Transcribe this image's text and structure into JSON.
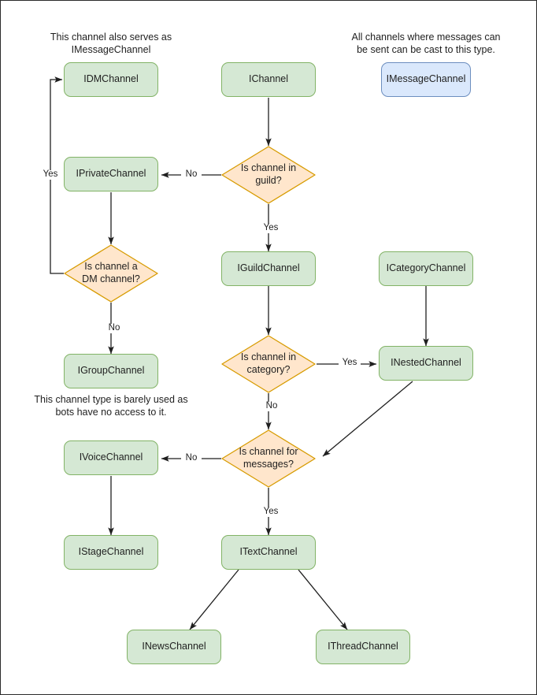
{
  "diagram": {
    "title": "Discord channel interface hierarchy flowchart",
    "colors": {
      "node_green_fill": "#d5e8d4",
      "node_green_stroke": "#82b366",
      "node_blue_fill": "#dae8fc",
      "node_blue_stroke": "#6c8ebf",
      "decision_fill": "#ffe6cc",
      "decision_stroke": "#d79b00",
      "edge_stroke": "#1f1f1f",
      "text": "#1f1f1f",
      "page_border": "#2b2b2b"
    },
    "notes": [
      {
        "id": "note-idmchannel",
        "line1": "This channel also serves as",
        "line2": "IMessageChannel"
      },
      {
        "id": "note-imessagechannel",
        "line1": "All channels where messages can",
        "line2": "be sent can be cast to this type."
      },
      {
        "id": "note-igroupchannel",
        "line1": "This channel type is barely used as",
        "line2": "bots have no access to it."
      }
    ],
    "nodes": [
      {
        "id": "idmchannel",
        "label": "IDMChannel",
        "type": "class",
        "color": "green"
      },
      {
        "id": "ichannel",
        "label": "IChannel",
        "type": "class",
        "color": "green"
      },
      {
        "id": "imessagechannel",
        "label": "IMessageChannel",
        "type": "class",
        "color": "blue"
      },
      {
        "id": "iprivatechannel",
        "label": "IPrivateChannel",
        "type": "class",
        "color": "green"
      },
      {
        "id": "iguildchannel",
        "label": "IGuildChannel",
        "type": "class",
        "color": "green"
      },
      {
        "id": "icategorychannel",
        "label": "ICategoryChannel",
        "type": "class",
        "color": "green"
      },
      {
        "id": "igroupchannel",
        "label": "IGroupChannel",
        "type": "class",
        "color": "green"
      },
      {
        "id": "inestedchannel",
        "label": "INestedChannel",
        "type": "class",
        "color": "green"
      },
      {
        "id": "ivoicechannel",
        "label": "IVoiceChannel",
        "type": "class",
        "color": "green"
      },
      {
        "id": "istagechannel",
        "label": "IStageChannel",
        "type": "class",
        "color": "green"
      },
      {
        "id": "itextchannel",
        "label": "ITextChannel",
        "type": "class",
        "color": "green"
      },
      {
        "id": "inewschannel",
        "label": "INewsChannel",
        "type": "class",
        "color": "green"
      },
      {
        "id": "ithreadchannel",
        "label": "IThreadChannel",
        "type": "class",
        "color": "green"
      }
    ],
    "decisions": [
      {
        "id": "is-in-guild",
        "line1": "Is channel in",
        "line2": "guild?"
      },
      {
        "id": "is-dm-channel",
        "line1": "Is channel a",
        "line2": "DM channel?"
      },
      {
        "id": "is-in-category",
        "line1": "Is channel in",
        "line2": "category?"
      },
      {
        "id": "is-for-messages",
        "line1": "Is channel for",
        "line2": "messages?"
      }
    ],
    "edge_labels": [
      {
        "id": "guild-no",
        "text": "No"
      },
      {
        "id": "guild-yes",
        "text": "Yes"
      },
      {
        "id": "dm-yes",
        "text": "Yes"
      },
      {
        "id": "dm-no",
        "text": "No"
      },
      {
        "id": "category-yes",
        "text": "Yes"
      },
      {
        "id": "category-no",
        "text": "No"
      },
      {
        "id": "messages-no",
        "text": "No"
      },
      {
        "id": "messages-yes",
        "text": "Yes"
      }
    ]
  },
  "chart_data": {
    "type": "table",
    "title": "Discord channel interface decision flow",
    "edges": [
      {
        "from": "ichannel",
        "to": "is-in-guild",
        "label": ""
      },
      {
        "from": "is-in-guild",
        "to": "iprivatechannel",
        "label": "No"
      },
      {
        "from": "is-in-guild",
        "to": "iguildchannel",
        "label": "Yes"
      },
      {
        "from": "iprivatechannel",
        "to": "is-dm-channel",
        "label": ""
      },
      {
        "from": "is-dm-channel",
        "to": "idmchannel",
        "label": "Yes"
      },
      {
        "from": "is-dm-channel",
        "to": "igroupchannel",
        "label": "No"
      },
      {
        "from": "iguildchannel",
        "to": "is-in-category",
        "label": ""
      },
      {
        "from": "is-in-category",
        "to": "inestedchannel",
        "label": "Yes"
      },
      {
        "from": "is-in-category",
        "to": "is-for-messages",
        "label": "No"
      },
      {
        "from": "icategorychannel",
        "to": "inestedchannel",
        "label": ""
      },
      {
        "from": "inestedchannel",
        "to": "is-for-messages",
        "label": ""
      },
      {
        "from": "is-for-messages",
        "to": "ivoicechannel",
        "label": "No"
      },
      {
        "from": "is-for-messages",
        "to": "itextchannel",
        "label": "Yes"
      },
      {
        "from": "ivoicechannel",
        "to": "istagechannel",
        "label": ""
      },
      {
        "from": "itextchannel",
        "to": "inewschannel",
        "label": ""
      },
      {
        "from": "itextchannel",
        "to": "ithreadchannel",
        "label": ""
      }
    ]
  }
}
